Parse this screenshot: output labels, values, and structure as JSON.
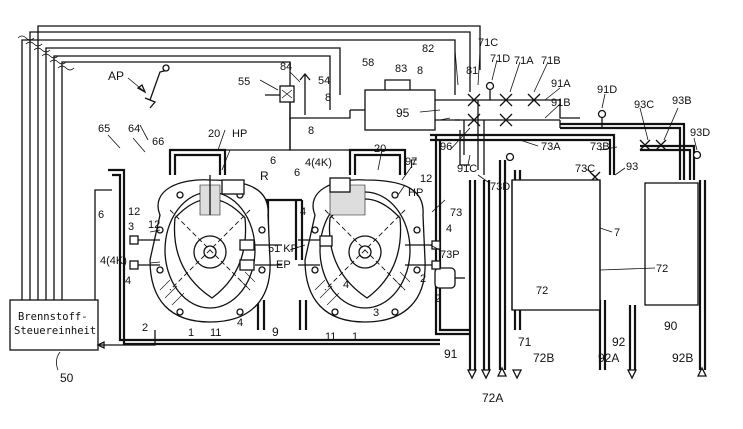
{
  "controller": {
    "line1": "Brennstoff-",
    "line2": "Steuereinheit",
    "ref": "50"
  },
  "labels": {
    "AP": "AP",
    "l84": "84",
    "l55": "55",
    "l54": "54",
    "l58": "58",
    "l83": "83",
    "l82": "82",
    "l8a": "8",
    "l8b": "8",
    "l8c": "8",
    "l81": "81",
    "l71C": "71C",
    "l71D": "71D",
    "l71A": "71A",
    "l71B": "71B",
    "l91A": "91A",
    "l91B": "91B",
    "l91D": "91D",
    "l95": "95",
    "l96": "96",
    "l97": "97",
    "l73A": "73A",
    "l73B": "73B",
    "l91C": "91C",
    "l73D": "73D",
    "l73C": "73C",
    "l93C": "93C",
    "l93B": "93B",
    "l93": "93",
    "l93D": "93D",
    "l65": "65",
    "l64": "64",
    "l66": "66",
    "l20a": "20",
    "l20b": "20",
    "HPa": "HP",
    "HPb": "HP",
    "l6a": "6",
    "l6b": "6",
    "l6c": "6",
    "R": "R",
    "l4K1": "4(4K)",
    "l4K2": "4(4K)",
    "F": "F",
    "l12a": "12",
    "l12b": "12",
    "l12c": "12",
    "l3a": "3",
    "l3b": "3",
    "l4a": "4",
    "l4b": "4",
    "l4c": "4",
    "l4d": "4",
    "l4e": "4",
    "l51KP": "51 KP",
    "EP": "EP",
    "l73": "73",
    "l7": "7",
    "l72a": "72",
    "l72b": "72",
    "l73P": "73P",
    "l2a": "2",
    "l2b": "2",
    "l2c": "2",
    "l1a": "1",
    "l1b": "1",
    "l11a": "11",
    "l11b": "11",
    "l9": "9",
    "l90": "90",
    "l91": "91",
    "l71": "71",
    "l72B": "72B",
    "l92": "92",
    "l92A": "92A",
    "l92B": "92B",
    "l72A": "72A"
  }
}
